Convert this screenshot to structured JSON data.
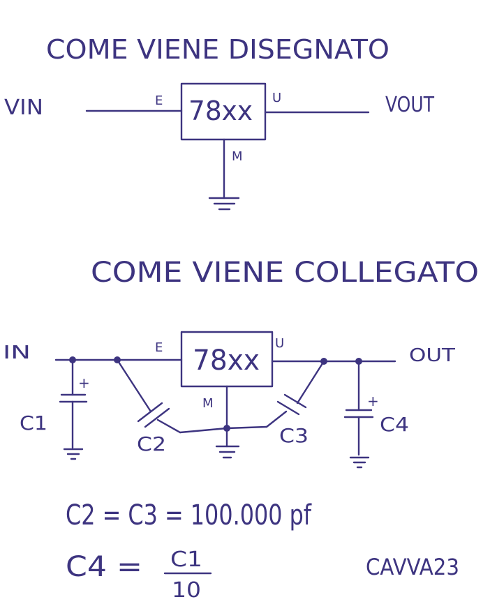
{
  "title_drawn": "COME VIENE DISEGNATO",
  "title_connected": "COME VIENE COLLEGATO",
  "ic_label": "78xx",
  "pin_input": "E",
  "pin_output": "U",
  "pin_ground": "M",
  "top_input_label": "VIN",
  "top_output_label": "VOUT",
  "bottom_input_label": "IN",
  "bottom_output_label": "OUT",
  "plus_sign": "+",
  "capacitors": {
    "c1": "C1",
    "c2": "C2",
    "c3": "C3",
    "c4": "C4"
  },
  "formula_c2_c3": "C2 = C3 = 100.000 pf",
  "formula_c4_lhs": "C4 =",
  "formula_c4_num": "C1",
  "formula_c4_den": "10",
  "signature": "CAVVA23",
  "ink_color": "#3d3480"
}
